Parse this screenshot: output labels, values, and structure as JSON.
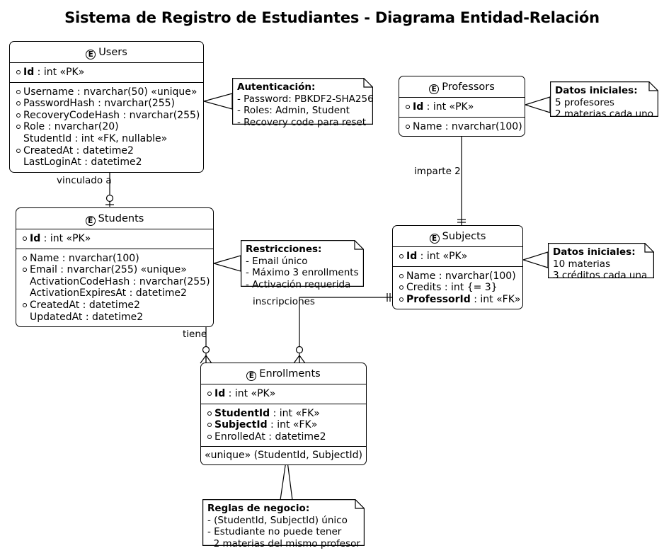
{
  "title": "Sistema de Registro de Estudiantes - Diagrama Entidad-Relación",
  "entity_marker": "E",
  "entities": {
    "users": {
      "name": "Users",
      "pk": [
        {
          "bullet": true,
          "bold": "Id",
          "rest": " : int «PK»"
        }
      ],
      "attributes": [
        {
          "bullet": true,
          "bold": "",
          "rest": "Username : nvarchar(50) «unique»"
        },
        {
          "bullet": true,
          "bold": "",
          "rest": "PasswordHash : nvarchar(255)"
        },
        {
          "bullet": true,
          "bold": "",
          "rest": "RecoveryCodeHash : nvarchar(255)"
        },
        {
          "bullet": true,
          "bold": "",
          "rest": "Role : nvarchar(20)"
        },
        {
          "bullet": false,
          "bold": "",
          "rest": "StudentId : int «FK, nullable»"
        },
        {
          "bullet": true,
          "bold": "",
          "rest": "CreatedAt : datetime2"
        },
        {
          "bullet": false,
          "bold": "",
          "rest": "LastLoginAt : datetime2"
        }
      ]
    },
    "students": {
      "name": "Students",
      "pk": [
        {
          "bullet": true,
          "bold": "Id",
          "rest": " : int «PK»"
        }
      ],
      "attributes": [
        {
          "bullet": true,
          "bold": "",
          "rest": "Name : nvarchar(100)"
        },
        {
          "bullet": true,
          "bold": "",
          "rest": "Email : nvarchar(255) «unique»"
        },
        {
          "bullet": false,
          "bold": "",
          "rest": "ActivationCodeHash : nvarchar(255)"
        },
        {
          "bullet": false,
          "bold": "",
          "rest": "ActivationExpiresAt : datetime2"
        },
        {
          "bullet": true,
          "bold": "",
          "rest": "CreatedAt : datetime2"
        },
        {
          "bullet": false,
          "bold": "",
          "rest": "UpdatedAt : datetime2"
        }
      ]
    },
    "professors": {
      "name": "Professors",
      "pk": [
        {
          "bullet": true,
          "bold": "Id",
          "rest": " : int «PK»"
        }
      ],
      "attributes": [
        {
          "bullet": true,
          "bold": "",
          "rest": "Name : nvarchar(100)"
        }
      ]
    },
    "subjects": {
      "name": "Subjects",
      "pk": [
        {
          "bullet": true,
          "bold": "Id",
          "rest": " : int «PK»"
        }
      ],
      "attributes": [
        {
          "bullet": true,
          "bold": "",
          "rest": "Name : nvarchar(100)"
        },
        {
          "bullet": true,
          "bold": "",
          "rest": "Credits : int {= 3}"
        },
        {
          "bullet": true,
          "bold": "ProfessorId",
          "rest": " : int «FK»"
        }
      ]
    },
    "enrollments": {
      "name": "Enrollments",
      "pk": [
        {
          "bullet": true,
          "bold": "Id",
          "rest": " : int «PK»"
        }
      ],
      "attributes": [
        {
          "bullet": true,
          "bold": "StudentId",
          "rest": " : int «FK»"
        },
        {
          "bullet": true,
          "bold": "SubjectId",
          "rest": " : int «FK»"
        },
        {
          "bullet": true,
          "bold": "",
          "rest": "EnrolledAt : datetime2"
        }
      ],
      "constraint": "«unique» (StudentId, SubjectId)"
    }
  },
  "notes": {
    "autenticacion": {
      "title": "Autenticación:",
      "lines": [
        "- Password: PBKDF2-SHA256",
        "- Roles: Admin, Student",
        "- Recovery code para reset"
      ]
    },
    "restricciones": {
      "title": "Restricciones:",
      "lines": [
        "- Email único",
        "- Máximo 3 enrollments",
        "- Activación requerida"
      ]
    },
    "datos_profesores": {
      "title": "Datos iniciales:",
      "lines": [
        "5 profesores",
        "2 materias cada uno"
      ]
    },
    "datos_materias": {
      "title": "Datos iniciales:",
      "lines": [
        "10 materias",
        "3 créditos cada una"
      ]
    },
    "reglas": {
      "title": "Reglas de negocio:",
      "lines": [
        "- (StudentId, SubjectId) único",
        "- Estudiante no puede tener",
        "  2 materias del mismo profesor"
      ]
    }
  },
  "relationships": {
    "users_students": "vinculado a",
    "professors_subjects": "imparte 2",
    "students_enrollments": "tiene",
    "subjects_enrollments": "inscripciones"
  },
  "colors": {
    "line": "#000000",
    "background": "#ffffff",
    "text": "#000000"
  }
}
